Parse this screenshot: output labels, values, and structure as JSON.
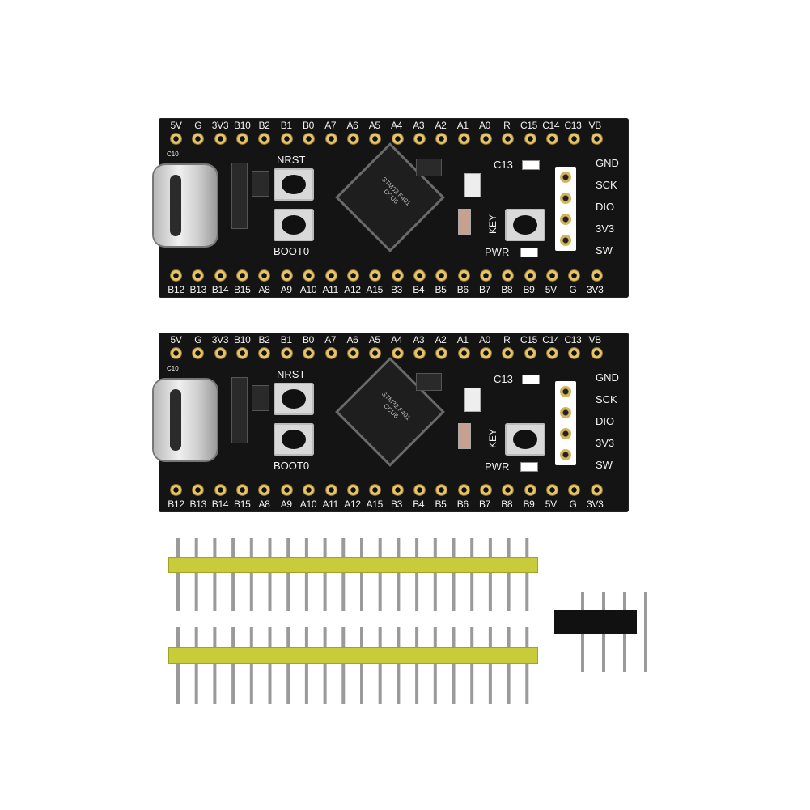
{
  "boards": [
    {
      "top_pins": [
        "5V",
        "G",
        "3V3",
        "B10",
        "B2",
        "B1",
        "B0",
        "A7",
        "A6",
        "A5",
        "A4",
        "A3",
        "A2",
        "A1",
        "A0",
        "R",
        "C15",
        "C14",
        "C13",
        "VB"
      ],
      "bottom_pins": [
        "B12",
        "B13",
        "B14",
        "B15",
        "A8",
        "A9",
        "A10",
        "A11",
        "A12",
        "A15",
        "B3",
        "B4",
        "B5",
        "B6",
        "B7",
        "B8",
        "B9",
        "5V",
        "G",
        "3V3"
      ],
      "nrst_label": "NRST",
      "boot_label": "BOOT0",
      "key_label": "KEY",
      "pwr_label": "PWR",
      "c13_label": "C13",
      "swd_labels": [
        "GND",
        "SCK",
        "DIO",
        "3V3",
        "SW"
      ],
      "mcu_marking": "STM32 F401 CCU6",
      "cap_label": "C10"
    },
    {
      "top_pins": [
        "5V",
        "G",
        "3V3",
        "B10",
        "B2",
        "B1",
        "B0",
        "A7",
        "A6",
        "A5",
        "A4",
        "A3",
        "A2",
        "A1",
        "A0",
        "R",
        "C15",
        "C14",
        "C13",
        "VB"
      ],
      "bottom_pins": [
        "B12",
        "B13",
        "B14",
        "B15",
        "A8",
        "A9",
        "A10",
        "A11",
        "A12",
        "A15",
        "B3",
        "B4",
        "B5",
        "B6",
        "B7",
        "B8",
        "B9",
        "5V",
        "G",
        "3V3"
      ],
      "nrst_label": "NRST",
      "boot_label": "BOOT0",
      "key_label": "KEY",
      "pwr_label": "PWR",
      "c13_label": "C13",
      "swd_labels": [
        "GND",
        "SCK",
        "DIO",
        "3V3",
        "SW"
      ],
      "mcu_marking": "STM32 F401 CCU6",
      "cap_label": "C10"
    }
  ],
  "colors": {
    "pcb": "#141414",
    "silkscreen": "#f2f2f2",
    "header_plastic": "#c8cc3a",
    "pad_gold": "#e6c56a"
  }
}
